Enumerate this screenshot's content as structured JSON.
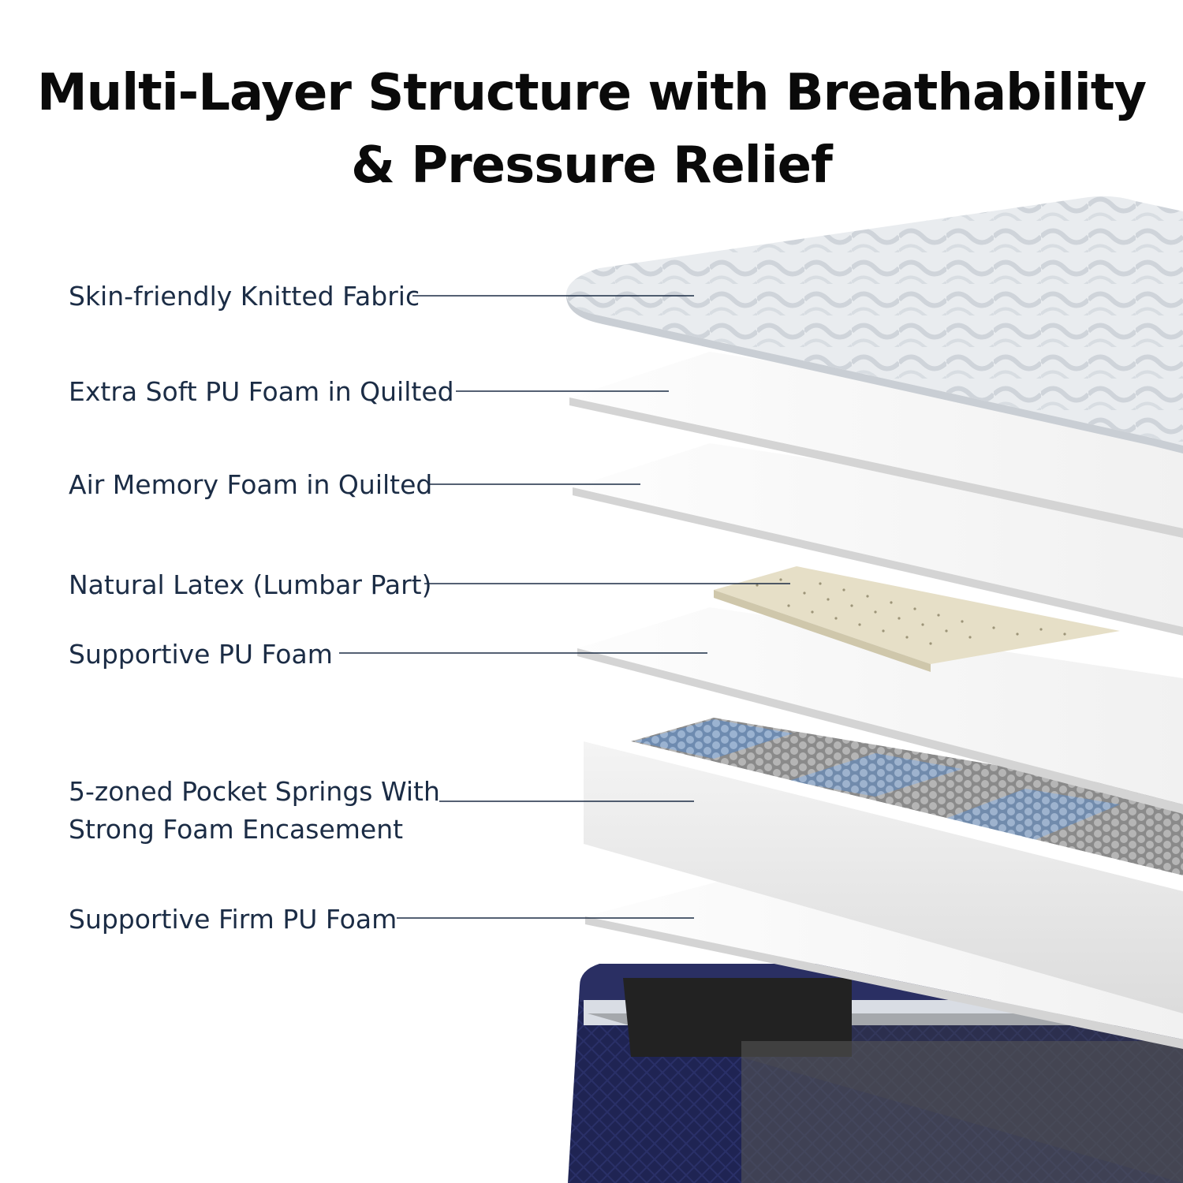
{
  "title": {
    "line1": "Multi-Layer Structure with Breathability",
    "line2": "& Pressure Relief"
  },
  "layers": [
    {
      "label": "Skin-friendly Knitted Fabric"
    },
    {
      "label": "Extra Soft PU Foam in Quilted"
    },
    {
      "label": "Air Memory Foam in Quilted"
    },
    {
      "label": "Natural Latex (Lumbar Part)"
    },
    {
      "label": "Supportive PU Foam"
    },
    {
      "label_line1": "5-zoned Pocket Springs With",
      "label_line2": "Strong Foam Encasement"
    },
    {
      "label": "Supportive Firm PU Foam"
    }
  ],
  "colors": {
    "label_text": "#1b2c45",
    "leader_line": "#1b2c45",
    "foam_white": "#ffffff",
    "latex": "#e6dfc7",
    "spring_blue": "#7f9bbd",
    "spring_gray": "#9a9a9a",
    "mattress_navy": "#1f2453"
  }
}
